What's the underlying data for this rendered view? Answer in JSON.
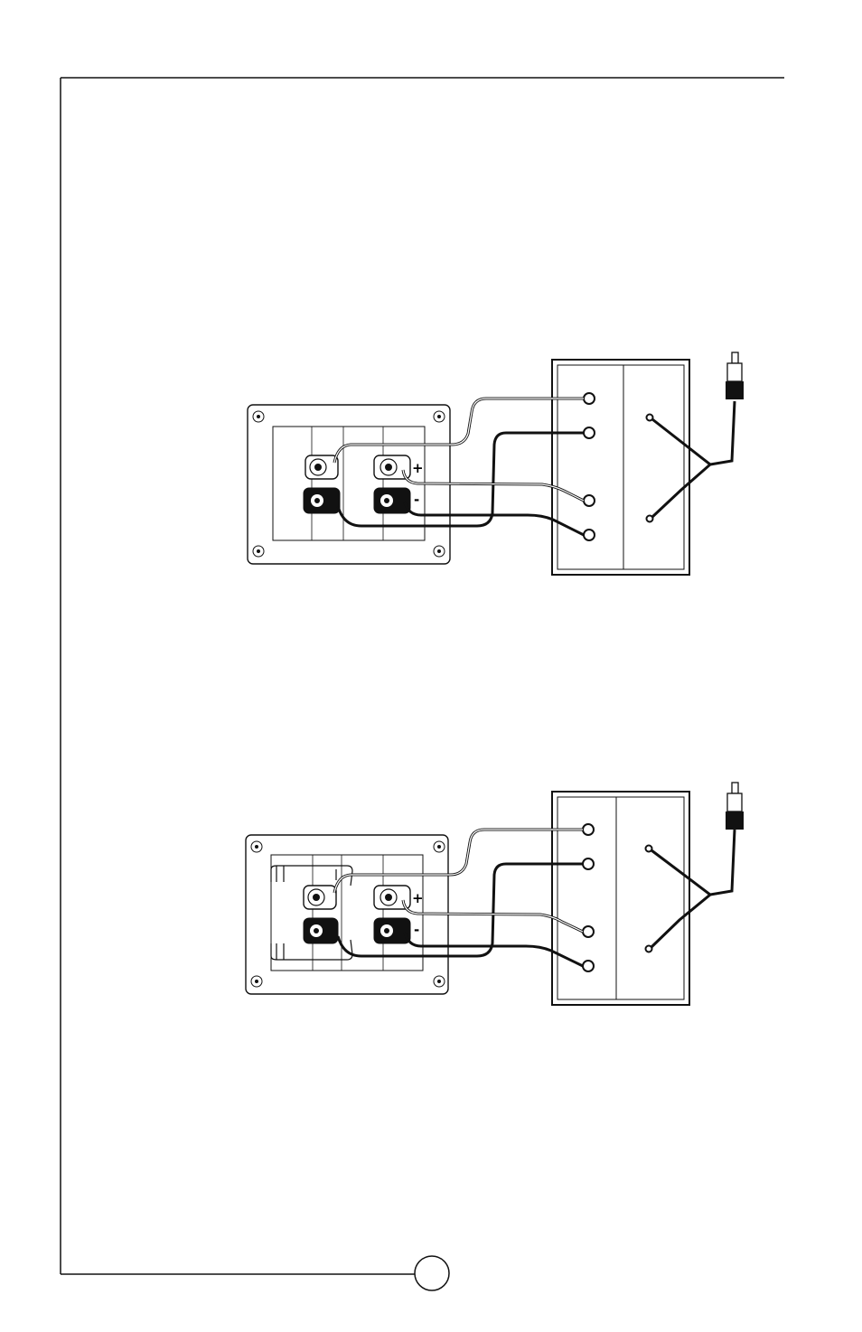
{
  "page": {
    "number": ""
  },
  "diagrams": [
    {
      "id": "diagram-1",
      "terminal_labels": {
        "plus": "+",
        "minus": "-"
      },
      "plate_style": "plain"
    },
    {
      "id": "diagram-2",
      "terminal_labels": {
        "plus": "+",
        "minus": "-"
      },
      "plate_style": "with-jumper-brackets"
    }
  ],
  "colors": {
    "ink": "#111111",
    "paper": "#ffffff"
  }
}
